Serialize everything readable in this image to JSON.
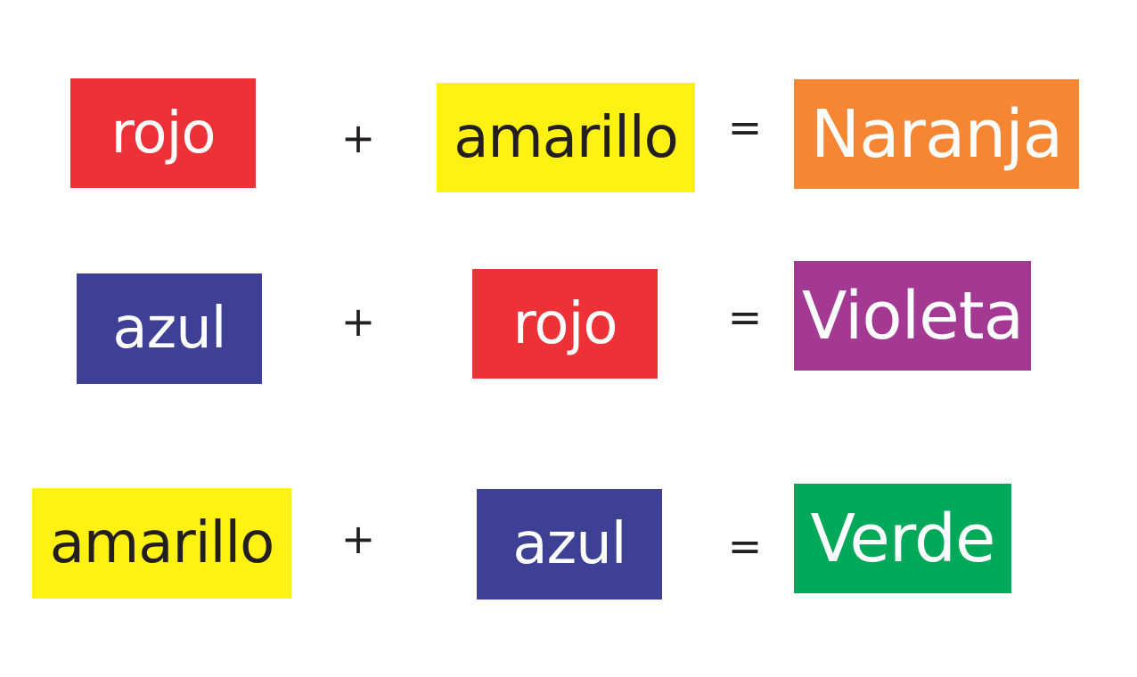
{
  "rows": [
    {
      "left": {
        "text": "rojo",
        "color": "#ed3237"
      },
      "plus": "+",
      "right": {
        "text": "amarillo",
        "color": "#fff212"
      },
      "equals": "=",
      "result": {
        "text": "Naranja",
        "color": "#f58634"
      }
    },
    {
      "left": {
        "text": "azul",
        "color": "#3d4095"
      },
      "plus": "+",
      "right": {
        "text": "rojo",
        "color": "#ed3237"
      },
      "equals": "=",
      "result": {
        "text": "Violeta",
        "color": "#a33993"
      }
    },
    {
      "left": {
        "text": "amarillo",
        "color": "#fff212"
      },
      "plus": "+",
      "right": {
        "text": "azul",
        "color": "#3d4095"
      },
      "equals": "=",
      "result": {
        "text": "Verde",
        "color": "#00a859"
      }
    }
  ]
}
